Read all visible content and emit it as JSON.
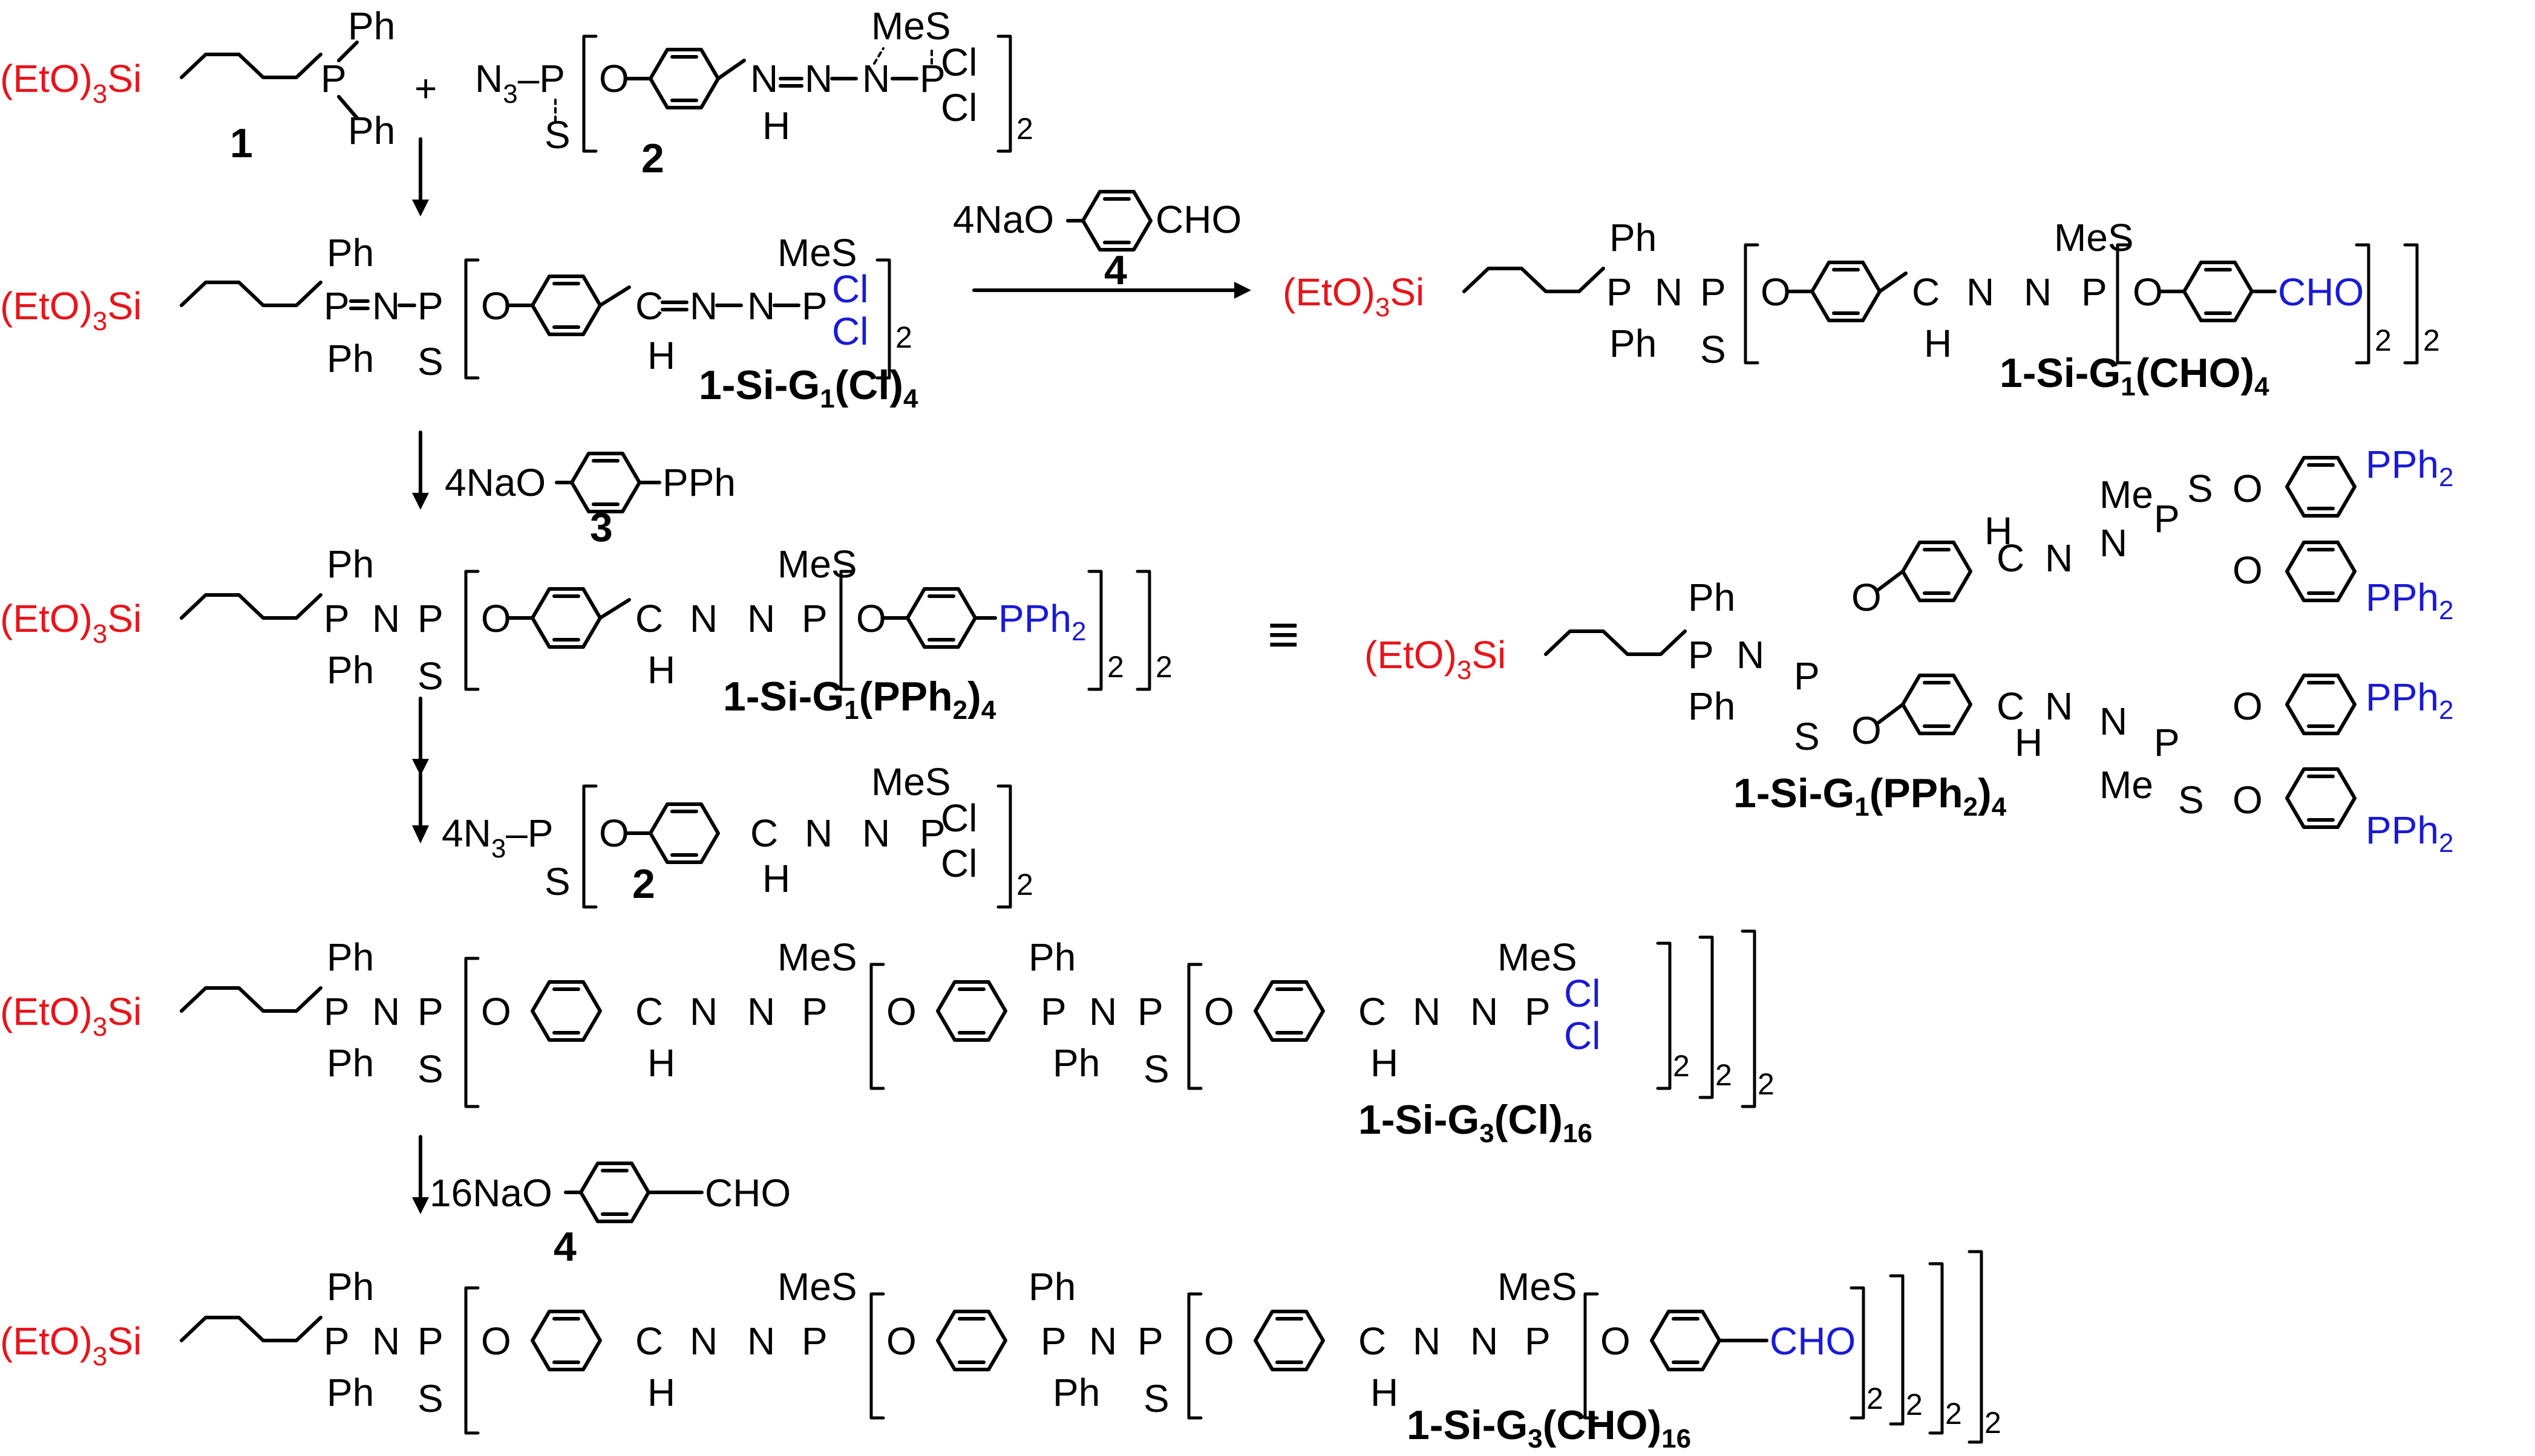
{
  "colors": {
    "silane": "#e8141b",
    "terminal": "#1a1ad6",
    "text": "#000000"
  },
  "atoms": {
    "Ph": "Ph",
    "Me": "Me",
    "MeS": "MeS",
    "S": "S",
    "P": "P",
    "N": "N",
    "O": "O",
    "H": "H",
    "Cl": "Cl",
    "Si": "Si",
    "plus": "+",
    "azide": "N",
    "CHO": "CHO",
    "PPh": "PPh",
    "equiv": "≡"
  },
  "groups": {
    "EtO": "(EtO)",
    "tri": "3",
    "Si": "Si"
  },
  "reagents": {
    "r4a": "4NaO",
    "r4b": "4NaO",
    "r16": "16NaO",
    "n4": "4",
    "subN": "3",
    "subPPh": "2"
  },
  "counts": {
    "two": "2",
    "three": "3",
    "four": "4",
    "sixteen": "16",
    "one": "1"
  },
  "labels": {
    "c1": "1",
    "c2": "2",
    "c3": "3",
    "c4": "4",
    "G1Cl": {
      "a": "1-Si-G",
      "g": "1",
      "b": "(Cl)",
      "n": "4"
    },
    "G1CHO": {
      "a": "1-Si-G",
      "g": "1",
      "b": "(CHO)",
      "n": "4"
    },
    "G1PPh": {
      "a": "1-Si-G",
      "g": "1",
      "b": "(PPh",
      "s": "2",
      "c": ")",
      "n": "4"
    },
    "G3Cl": {
      "a": "1-Si-G",
      "g": "3",
      "b": "(Cl)",
      "n": "16"
    },
    "G3CHO": {
      "a": "1-Si-G",
      "g": "3",
      "b": "(CHO)",
      "n": "16"
    }
  }
}
